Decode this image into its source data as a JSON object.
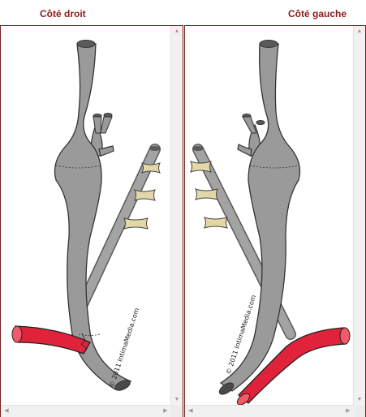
{
  "panels": {
    "right": {
      "title": "Côté droit",
      "copyright": "© 2011 IntimaMedia.com"
    },
    "left": {
      "title": "Côté gauche",
      "copyright": "© 2011 IntimaMedia.com"
    }
  },
  "scrollbar": {
    "up_icon": "triangle-up",
    "down_icon": "triangle-down",
    "left_icon": "triangle-left",
    "right_icon": "triangle-right"
  },
  "colors": {
    "vessel": "#9a9a9a",
    "vessel_dark": "#6b6b6b",
    "subclavian": "#e0233a",
    "vertebra": "#e3d7a8",
    "frame": "#7a1f1f",
    "title": "#8b1a1a"
  },
  "glyphs": {
    "up": "▲",
    "down": "▼",
    "left": "◀",
    "right": "▶"
  }
}
